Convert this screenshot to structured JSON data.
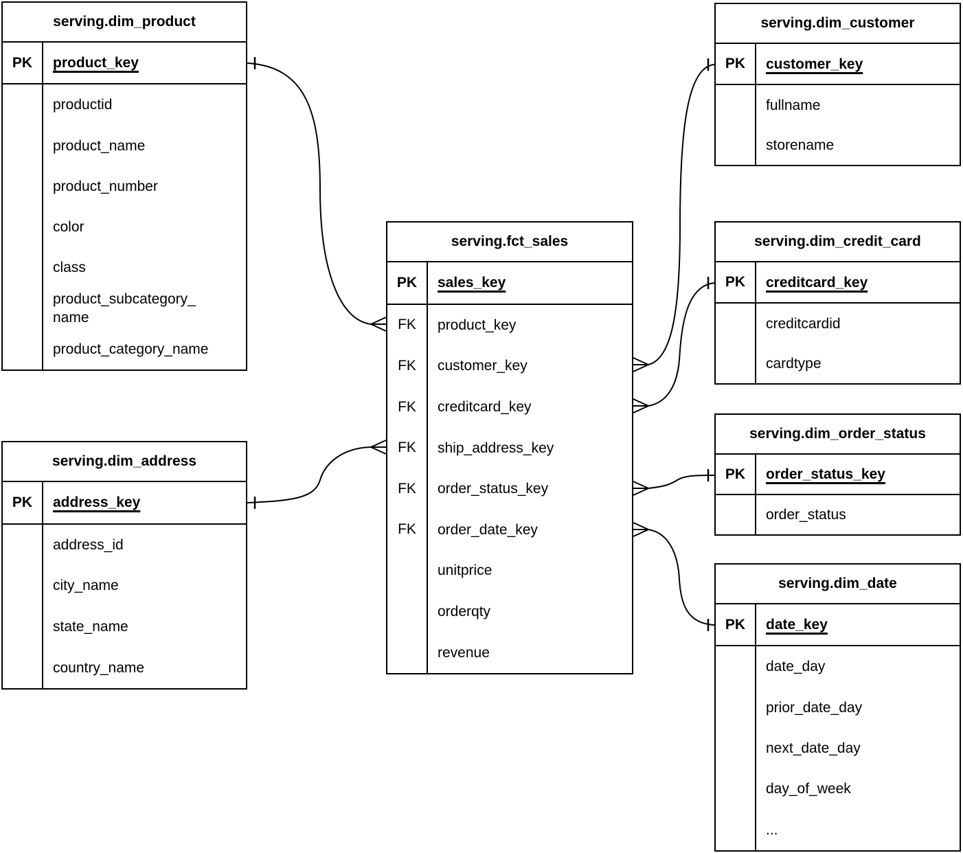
{
  "diagram": {
    "notation": {
      "primary_key_label": "PK",
      "foreign_key_label": "FK",
      "line_color": "#000000",
      "background_color": "#ffffff",
      "cardinality_style": "crow-foot"
    },
    "entities": [
      {
        "id": "dim_product",
        "title": "serving.dim_product",
        "rows": [
          {
            "label": "PK",
            "name": "product_key",
            "is_key": true
          },
          {
            "label": "",
            "name": "productid",
            "is_key": false
          },
          {
            "label": "",
            "name": "product_name",
            "is_key": false
          },
          {
            "label": "",
            "name": "product_number",
            "is_key": false
          },
          {
            "label": "",
            "name": "color",
            "is_key": false
          },
          {
            "label": "",
            "name": "class",
            "is_key": false
          },
          {
            "label": "",
            "name": "product_subcategory_name",
            "is_key": false
          },
          {
            "label": "",
            "name": "product_category_name",
            "is_key": false
          }
        ]
      },
      {
        "id": "dim_address",
        "title": "serving.dim_address",
        "rows": [
          {
            "label": "PK",
            "name": "address_key",
            "is_key": true
          },
          {
            "label": "",
            "name": "address_id",
            "is_key": false
          },
          {
            "label": "",
            "name": "city_name",
            "is_key": false
          },
          {
            "label": "",
            "name": "state_name",
            "is_key": false
          },
          {
            "label": "",
            "name": "country_name",
            "is_key": false
          }
        ]
      },
      {
        "id": "fct_sales",
        "title": "serving.fct_sales",
        "rows": [
          {
            "label": "PK",
            "name": "sales_key",
            "is_key": true
          },
          {
            "label": "FK",
            "name": "product_key",
            "is_key": false
          },
          {
            "label": "FK",
            "name": "customer_key",
            "is_key": false
          },
          {
            "label": "FK",
            "name": "creditcard_key",
            "is_key": false
          },
          {
            "label": "FK",
            "name": "ship_address_key",
            "is_key": false
          },
          {
            "label": "FK",
            "name": "order_status_key",
            "is_key": false
          },
          {
            "label": "FK",
            "name": "order_date_key",
            "is_key": false
          },
          {
            "label": "",
            "name": "unitprice",
            "is_key": false
          },
          {
            "label": "",
            "name": "orderqty",
            "is_key": false
          },
          {
            "label": "",
            "name": "revenue",
            "is_key": false
          }
        ]
      },
      {
        "id": "dim_customer",
        "title": "serving.dim_customer",
        "rows": [
          {
            "label": "PK",
            "name": "customer_key",
            "is_key": true
          },
          {
            "label": "",
            "name": "fullname",
            "is_key": false
          },
          {
            "label": "",
            "name": "storename",
            "is_key": false
          }
        ]
      },
      {
        "id": "dim_credit_card",
        "title": "serving.dim_credit_card",
        "rows": [
          {
            "label": "PK",
            "name": "creditcard_key",
            "is_key": true
          },
          {
            "label": "",
            "name": "creditcardid",
            "is_key": false
          },
          {
            "label": "",
            "name": "cardtype",
            "is_key": false
          }
        ]
      },
      {
        "id": "dim_order_status",
        "title": "serving.dim_order_status",
        "rows": [
          {
            "label": "PK",
            "name": "order_status_key",
            "is_key": true
          },
          {
            "label": "",
            "name": "order_status",
            "is_key": false
          }
        ]
      },
      {
        "id": "dim_date",
        "title": "serving.dim_date",
        "rows": [
          {
            "label": "PK",
            "name": "date_key",
            "is_key": true
          },
          {
            "label": "",
            "name": "date_day",
            "is_key": false
          },
          {
            "label": "",
            "name": "prior_date_day",
            "is_key": false
          },
          {
            "label": "",
            "name": "next_date_day",
            "is_key": false
          },
          {
            "label": "",
            "name": "day_of_week",
            "is_key": false
          },
          {
            "label": "",
            "name": "...",
            "is_key": false
          }
        ]
      }
    ],
    "relationships": [
      {
        "many_end": "serving.fct_sales.product_key",
        "one_end": "serving.dim_product.product_key"
      },
      {
        "many_end": "serving.fct_sales.ship_address_key",
        "one_end": "serving.dim_address.address_key"
      },
      {
        "many_end": "serving.fct_sales.customer_key",
        "one_end": "serving.dim_customer.customer_key"
      },
      {
        "many_end": "serving.fct_sales.creditcard_key",
        "one_end": "serving.dim_credit_card.creditcard_key"
      },
      {
        "many_end": "serving.fct_sales.order_status_key",
        "one_end": "serving.dim_order_status.order_status_key"
      },
      {
        "many_end": "serving.fct_sales.order_date_key",
        "one_end": "serving.dim_date.date_key"
      }
    ]
  }
}
